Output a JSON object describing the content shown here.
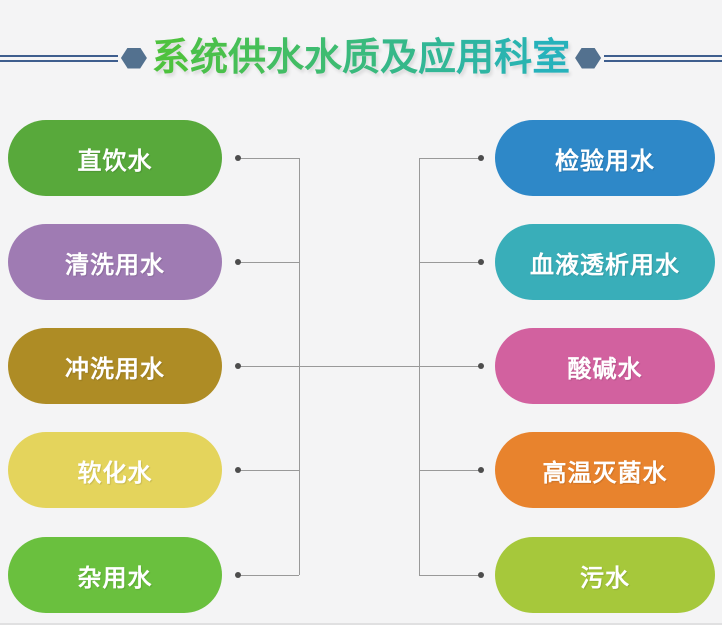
{
  "title": {
    "text": "系统供水水质及应用科室",
    "gradient_start": "#4ec23e",
    "gradient_end": "#26b2bb"
  },
  "decor": {
    "rule_color": "#3e5e8e",
    "hexagon_color": "#53718f",
    "background_color": "#f4f4f5"
  },
  "connections": {
    "line_color": "#999999",
    "dot_color": "#4d4d4d"
  },
  "left_column": [
    {
      "label": "直饮水",
      "color": "#58a93b"
    },
    {
      "label": "清洗用水",
      "color": "#9f7bb3"
    },
    {
      "label": "冲洗用水",
      "color": "#ae8c25"
    },
    {
      "label": "软化水",
      "color": "#e4d45c"
    },
    {
      "label": "杂用水",
      "color": "#6ac03e"
    }
  ],
  "right_column": [
    {
      "label": "检验用水",
      "color": "#2e88c8"
    },
    {
      "label": "血液透析用水",
      "color": "#39aeb9"
    },
    {
      "label": "酸碱水",
      "color": "#d2619f"
    },
    {
      "label": "高温灭菌水",
      "color": "#e8832d"
    },
    {
      "label": "污水",
      "color": "#a6c83b"
    }
  ]
}
